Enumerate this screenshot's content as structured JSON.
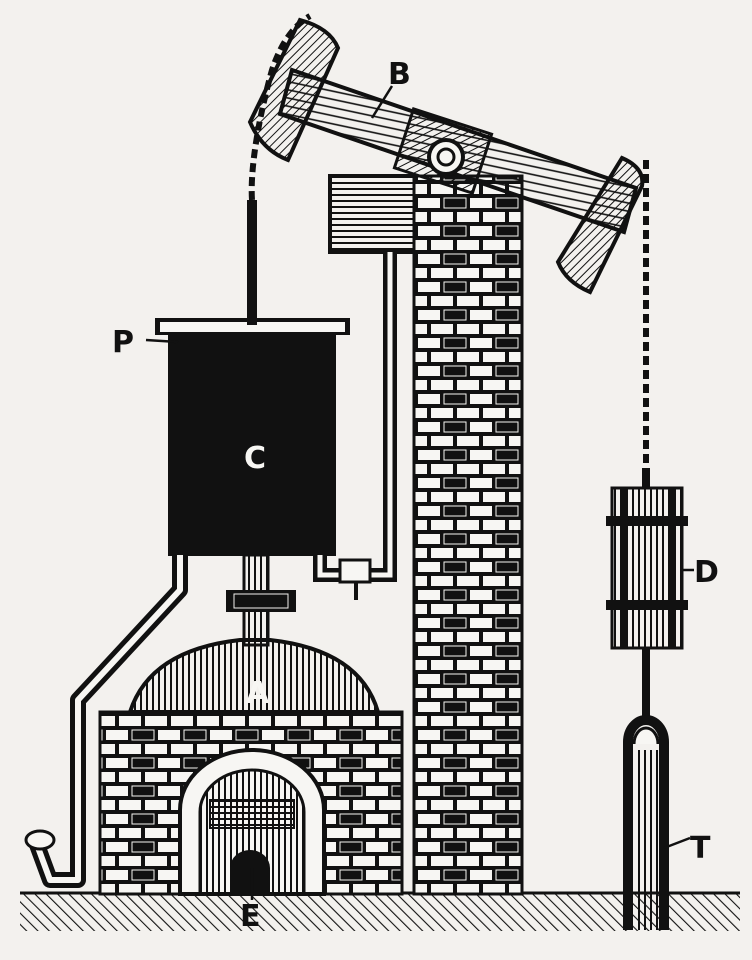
{
  "labels": {
    "A": "A",
    "B": "B",
    "C": "C",
    "D": "D",
    "E": "E",
    "P": "P",
    "T": "T"
  },
  "colors": {
    "ink": "#111111",
    "paper": "#f3f1ee",
    "mortar": "#f7f6f3"
  }
}
